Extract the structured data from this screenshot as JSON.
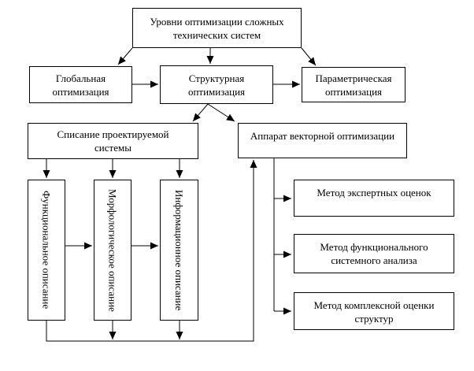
{
  "diagram": {
    "title": "Уровни оптимизации сложных технических систем",
    "colors": {
      "background": "#ffffff",
      "line": "#000000",
      "text": "#000000",
      "box_fill": "#ffffff"
    },
    "nodes": {
      "root": {
        "label": "Уровни оптимизации сложных технических систем"
      },
      "global": {
        "label": "Глобальная оптимизация"
      },
      "structural": {
        "label": "Структурная оптимизация"
      },
      "parametric": {
        "label": "Параметрическая оптимизация"
      },
      "system_desc": {
        "label": "Списание проектируемой системы"
      },
      "vector_app": {
        "label": "Аппарат векторной оптимизации"
      },
      "functional": {
        "label": "Функциональное описание"
      },
      "morphological": {
        "label": "Морфологическое описание"
      },
      "informational": {
        "label": "Информационное описание"
      },
      "expert": {
        "label": "Метод экспертных оценок"
      },
      "func_analysis": {
        "label": "Метод функционального системного анализа"
      },
      "complex_assess": {
        "label": "Метод комплексной оценки структур"
      }
    },
    "edges": [
      {
        "from": "root",
        "to": "global",
        "arrow": "to"
      },
      {
        "from": "root",
        "to": "structural",
        "arrow": "to"
      },
      {
        "from": "root",
        "to": "parametric",
        "arrow": "to"
      },
      {
        "from": "global",
        "to": "structural",
        "arrow": "to"
      },
      {
        "from": "structural",
        "to": "parametric",
        "arrow": "to"
      },
      {
        "from": "structural",
        "to": "system_desc",
        "arrow": "to"
      },
      {
        "from": "structural",
        "to": "vector_app",
        "arrow": "to"
      },
      {
        "from": "system_desc",
        "to": "functional",
        "arrow": "to"
      },
      {
        "from": "system_desc",
        "to": "morphological",
        "arrow": "to"
      },
      {
        "from": "system_desc",
        "to": "informational",
        "arrow": "to"
      },
      {
        "from": "functional",
        "to": "morphological",
        "arrow": "to"
      },
      {
        "from": "morphological",
        "to": "informational",
        "arrow": "to"
      },
      {
        "from": "functional",
        "to": "vector_app",
        "arrow": "to",
        "via": "bottom-bus"
      },
      {
        "from": "morphological",
        "to": "bottom-bus",
        "arrow": "to"
      },
      {
        "from": "informational",
        "to": "bottom-bus",
        "arrow": "to"
      },
      {
        "from": "vector_app",
        "to": "expert",
        "arrow": "to"
      },
      {
        "from": "vector_app",
        "to": "func_analysis",
        "arrow": "to"
      },
      {
        "from": "vector_app",
        "to": "complex_assess",
        "arrow": "to"
      }
    ]
  }
}
